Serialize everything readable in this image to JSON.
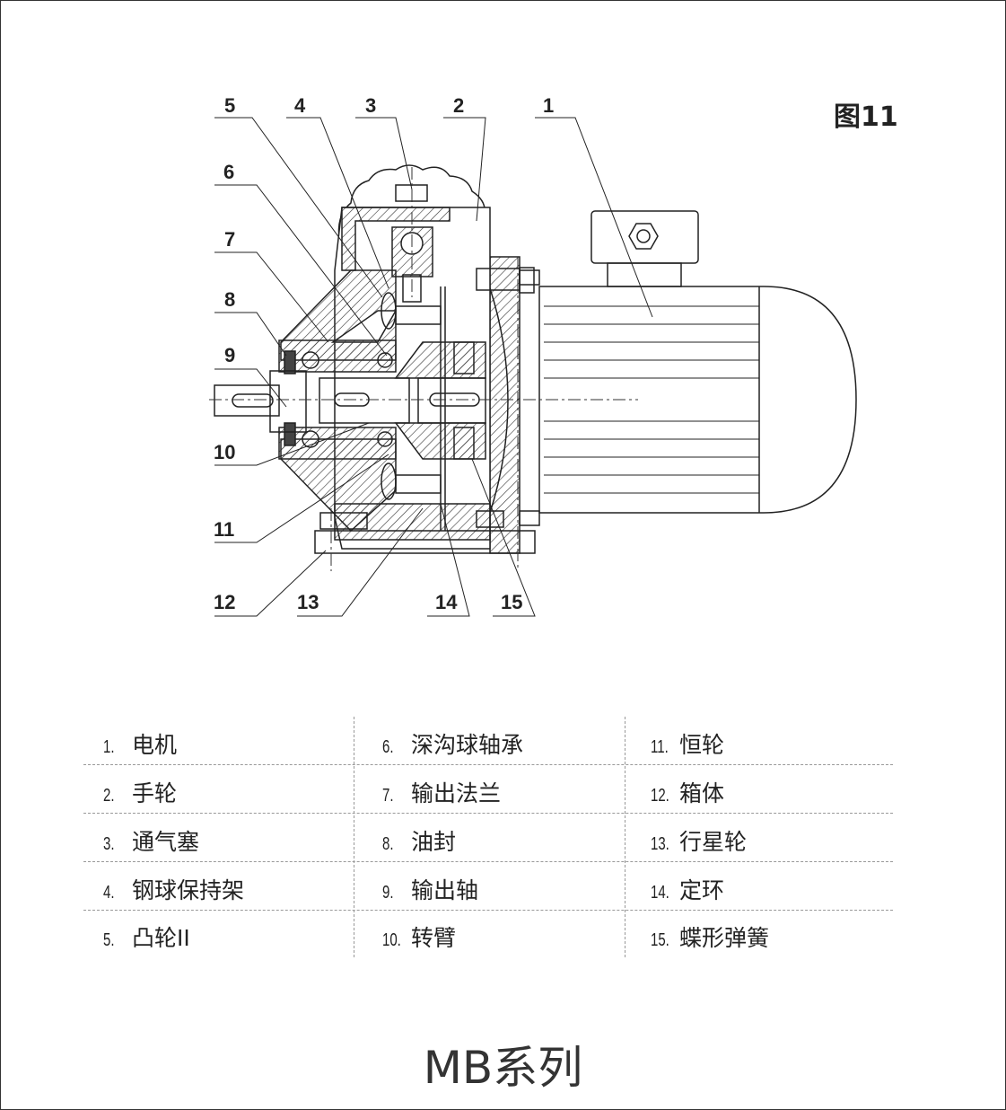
{
  "figure_label": "图11",
  "callouts": [
    "1",
    "2",
    "3",
    "4",
    "5",
    "6",
    "7",
    "8",
    "9",
    "10",
    "11",
    "12",
    "13",
    "14",
    "15"
  ],
  "legend": [
    {
      "num": "1.",
      "name": "电机"
    },
    {
      "num": "2.",
      "name": "手轮"
    },
    {
      "num": "3.",
      "name": "通气塞"
    },
    {
      "num": "4.",
      "name": "钢球保持架"
    },
    {
      "num": "5.",
      "name": "凸轮II"
    },
    {
      "num": "6.",
      "name": "深沟球轴承"
    },
    {
      "num": "7.",
      "name": "输出法兰"
    },
    {
      "num": "8.",
      "name": "油封"
    },
    {
      "num": "9.",
      "name": "输出轴"
    },
    {
      "num": "10.",
      "name": "转臂"
    },
    {
      "num": "11.",
      "name": "恒轮"
    },
    {
      "num": "12.",
      "name": "箱体"
    },
    {
      "num": "13.",
      "name": "行星轮"
    },
    {
      "num": "14.",
      "name": "定环"
    },
    {
      "num": "15.",
      "name": "蝶形弹簧"
    }
  ],
  "series_title": "MB系列"
}
